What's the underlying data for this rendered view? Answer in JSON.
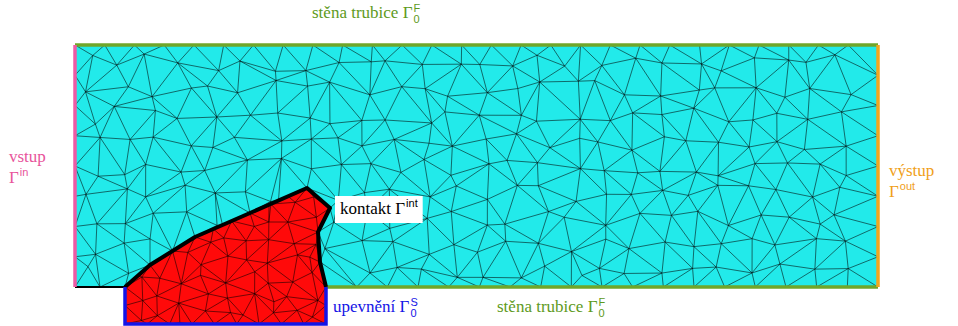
{
  "diagram": {
    "labels": [
      "stěna trubice Γ",
      "F",
      "0",
      "vstup",
      "Γ",
      "in",
      "výstup",
      "Γ",
      "out",
      "kontakt Γ",
      "int",
      "upevnění Γ",
      "S",
      "0",
      "stěna trubice Γ",
      "F",
      "0"
    ]
  }
}
